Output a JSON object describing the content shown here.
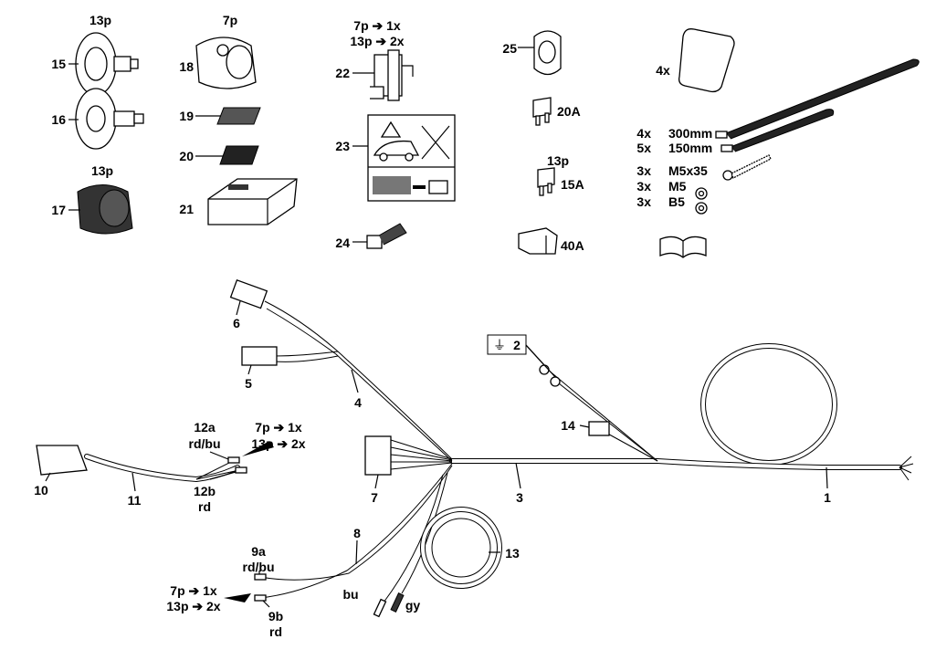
{
  "labels": {
    "head_13p_a": "13p",
    "head_7p": "7p",
    "head_13p_b": "13p",
    "p15": "15",
    "p16": "16",
    "p17": "17",
    "p18": "18",
    "p19": "19",
    "p20": "20",
    "p21": "21",
    "p22": "22",
    "p23": "23",
    "p24": "24",
    "p25": "25",
    "qty22_a": "7p ➔ 1x",
    "qty22_b": "13p ➔ 2x",
    "fuse20": "20A",
    "fuse13p": "13p",
    "fuse15": "15A",
    "fuse40": "40A",
    "pad_qty": "4x",
    "tie300_qty": "4x",
    "tie300": "300mm",
    "tie150_qty": "5x",
    "tie150": "150mm",
    "screw_qty": "3x",
    "screw": "M5x35",
    "nut_qty": "3x",
    "nut": "M5",
    "washer_qty": "3x",
    "washer": "B5",
    "p1": "1",
    "p2": "2",
    "p3": "3",
    "p4": "4",
    "p5": "5",
    "p6": "6",
    "p7": "7",
    "p8": "8",
    "p10": "10",
    "p11": "11",
    "p13": "13",
    "p14": "14",
    "p12a": "12a",
    "p12a_color": "rd/bu",
    "p12b": "12b",
    "p12b_color": "rd",
    "qty12_a": "7p ➔ 1x",
    "qty12_b": "13p ➔ 2x",
    "p9a": "9a",
    "p9a_color": "rd/bu",
    "p9b": "9b",
    "p9b_color": "rd",
    "qty9_a": "7p ➔ 1x",
    "qty9_b": "13p ➔ 2x",
    "wire_bu": "bu",
    "wire_gy": "gy",
    "ground_symbol": "⏚"
  }
}
